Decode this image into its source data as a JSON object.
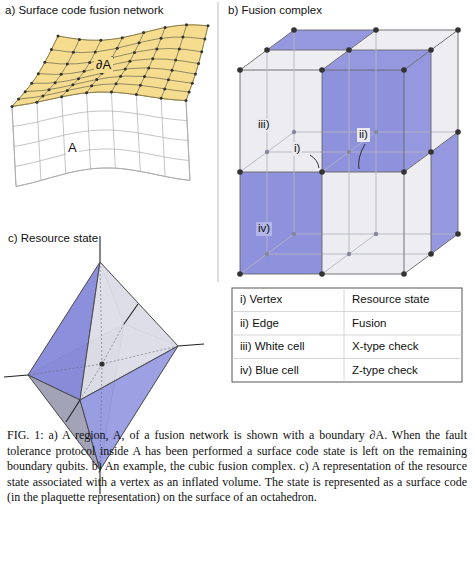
{
  "diagram": {
    "caption": "FIG. 1: a) A region, A, of a fusion network is shown with a boundary ∂A. When the fault tolerance protocol inside A has been performed a surface code state is left on the remaining boundary qubits. b) An example, the cubic fusion complex. c) A representation of the resource state associated with a vertex as an inflated volume. The state is represented as a surface code (in the plaquette representation) on the surface of an octahedron.",
    "labels": [
      "a) Surface code fusion network",
      "b) Fusion complex",
      "∂A",
      "A",
      "iii)",
      "i)",
      "ii)",
      "iv)",
      "c) Resource state",
      "i) Vertex",
      "Resource state",
      "ii) Edge",
      "Fusion",
      "iii) White cell",
      "X-type check",
      "iv) Blue cell",
      "Z-type check"
    ]
  }
}
